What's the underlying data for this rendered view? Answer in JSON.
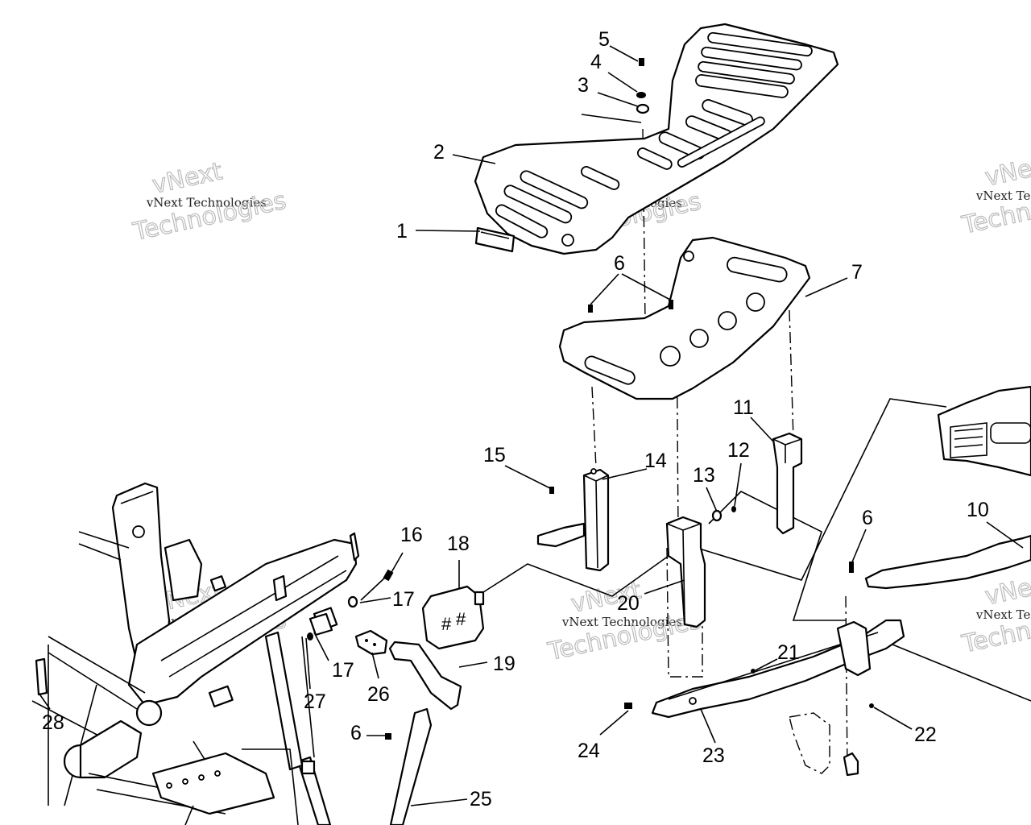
{
  "callouts": {
    "c1": "1",
    "c2": "2",
    "c3": "3",
    "c4": "4",
    "c5": "5",
    "c6a": "6",
    "c6b": "6",
    "c6c": "6",
    "c7": "7",
    "c10": "10",
    "c11": "11",
    "c12": "12",
    "c13": "13",
    "c14": "14",
    "c15": "15",
    "c16": "16",
    "c17a": "17",
    "c17b": "17",
    "c18": "18",
    "c19": "19",
    "c20": "20",
    "c21": "21",
    "c22": "22",
    "c23": "23",
    "c24": "24",
    "c25": "25",
    "c26": "26",
    "c27": "27",
    "c28": "28"
  },
  "watermark": {
    "line1": "vNext Technologies",
    "big_top": "vNext",
    "big_bottom": "Technologies"
  },
  "colors": {
    "ink": "#000000",
    "paper": "#ffffff",
    "watermark": "#bbbbbb"
  }
}
